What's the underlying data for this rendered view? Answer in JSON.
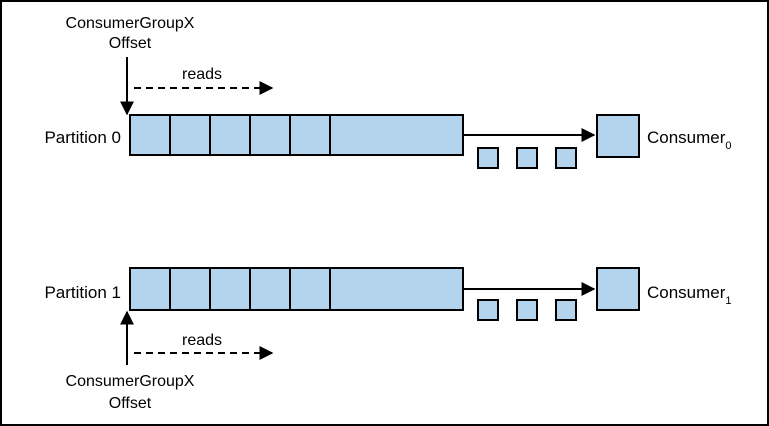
{
  "colors": {
    "cell_fill": "#b3d4ec",
    "stroke": "#000000",
    "frame": "#000000",
    "background": "#ffffff"
  },
  "top": {
    "partition_label": "Partition 0",
    "offset_label_line1": "ConsumerGroupX",
    "offset_label_line2": "Offset",
    "reads_label": "reads",
    "consumer_name": "Consumer",
    "consumer_subscript": "0"
  },
  "bottom": {
    "partition_label": "Partition 1",
    "offset_label_line1": "ConsumerGroupX",
    "offset_label_line2": "Offset",
    "reads_label": "reads",
    "consumer_name": "Consumer",
    "consumer_subscript": "1"
  }
}
